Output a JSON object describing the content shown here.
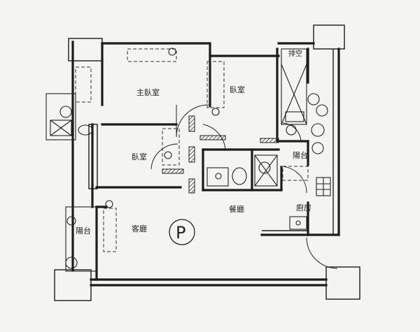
{
  "floor_plan": {
    "rooms": {
      "master_bedroom": "主臥室",
      "bedroom_top": "臥室",
      "bedroom_left": "臥室",
      "dining": "餐廳",
      "living": "客廳",
      "kitchen": "廚房",
      "balcony_left": "陽台",
      "balcony_right": "陽台",
      "shaft": "排空"
    },
    "parking_symbol": "P"
  }
}
